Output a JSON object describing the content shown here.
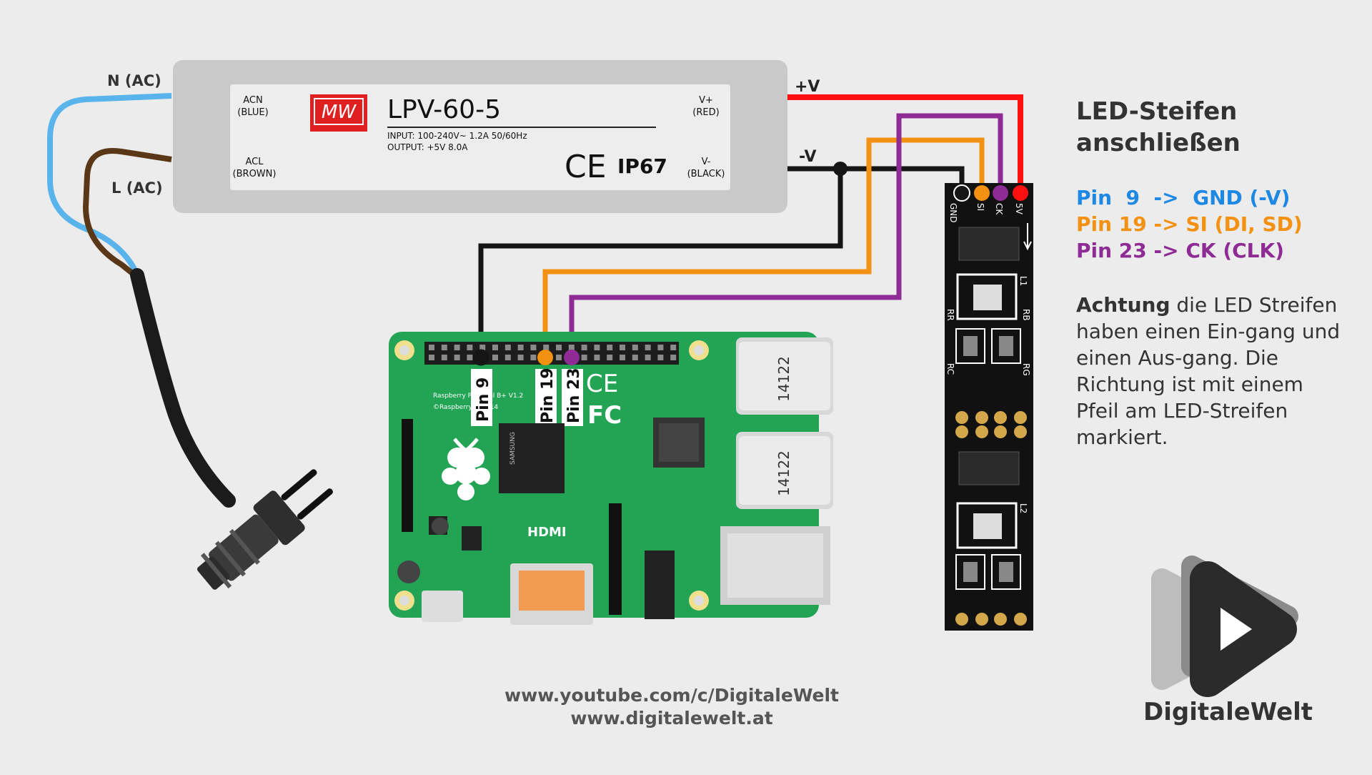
{
  "psu": {
    "model": "LPV-60-5",
    "brand": "MW",
    "acn": "ACN",
    "acn_color": "(BLUE)",
    "acl": "ACL",
    "acl_color": "(BROWN)",
    "vplus": "V+",
    "vplus_color": "(RED)",
    "vminus": "V-",
    "vminus_color": "(BLACK)",
    "input": "INPUT:  100-240V~  1.2A  50/60Hz",
    "output": "OUTPUT: +5V    8.0A",
    "ce": "CE",
    "ip": "IP67"
  },
  "wires": {
    "n_ac": "N (AC)",
    "l_ac": "L (AC)",
    "plus_v": "+V",
    "minus_v": "-V"
  },
  "pi": {
    "pin9": "Pin 9",
    "pin19": "Pin 19",
    "pin23": "Pin 23",
    "model_text": "Raspberry Pi Model B+ V1.2",
    "copyright": "©Raspberry Pi 2014",
    "hdmi": "HDMI",
    "usb1": "14122",
    "usb2": "14122",
    "chip_text": "SAMSUNG"
  },
  "strip": {
    "gnd": "GND",
    "si": "SI",
    "ck": "CK",
    "v5": "5V",
    "l1": "L1",
    "l2": "L2",
    "rr": "RR",
    "rb": "RB",
    "rc": "RC",
    "rg": "RG"
  },
  "panel": {
    "title_line1": "LED-Steifen",
    "title_line2": "anschließen",
    "pin_gnd": "Pin  9  ->  GND (-V)",
    "pin_si": "Pin 19 -> SI (DI, SD)",
    "pin_ck": "Pin 23 -> CK (CLK)",
    "note_bold": "Achtung",
    "note_text": " die LED Streifen haben einen Ein-gang und einen Aus-gang. Die Richtung ist mit einem Pfeil am LED-Streifen markiert."
  },
  "footer": {
    "youtube": "www.youtube.com/c/DigitaleWelt",
    "website": "www.digitalewelt.at"
  },
  "brand": "DigitaleWelt",
  "colors": {
    "gnd": "#1e88e5",
    "si": "#f29112",
    "ck": "#8e2b94",
    "red": "#ff1010",
    "black": "#151515",
    "blue_wire": "#5ab4ec",
    "brown_wire": "#5a3716",
    "pcb": "#23a455",
    "strip": "#111111"
  },
  "icons": [
    "power-plug-icon",
    "play-icon",
    "raspberry-icon",
    "arrow-down-icon"
  ]
}
